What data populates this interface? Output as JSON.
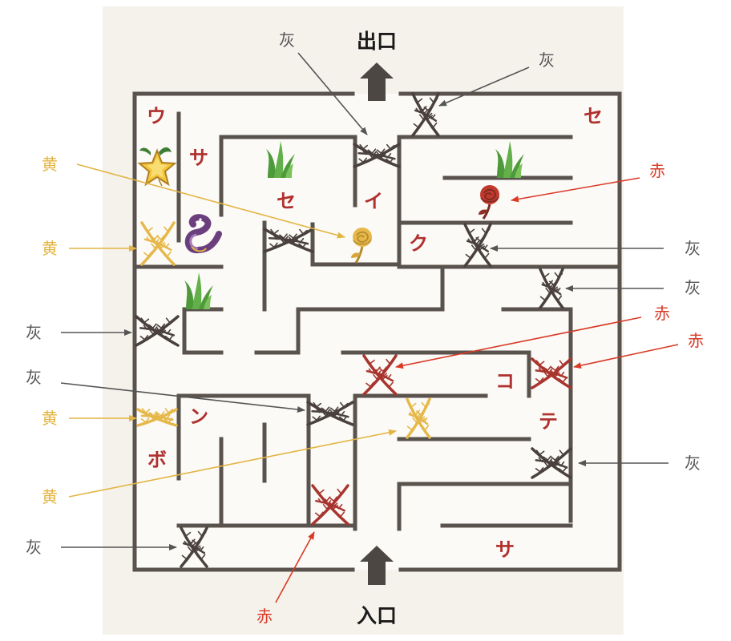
{
  "colors": {
    "paper": "#f5f2ec",
    "inner": "#fbfaf7",
    "wall": "#5a524d",
    "cell_text": "#b0302e",
    "gray": "#555555",
    "yellow": "#e3b441",
    "red": "#d93a26",
    "thorn_gray": "#4a413e",
    "thorn_red": "#a8352e",
    "thorn_yellow": "#e6b84a",
    "arrow": "#4d4744"
  },
  "exit_label": "出口",
  "entrance_label": "入口",
  "cells": [
    {
      "id": "u",
      "text": "ウ"
    },
    {
      "id": "sa1",
      "text": "サ"
    },
    {
      "id": "se1",
      "text": "セ"
    },
    {
      "id": "i",
      "text": "イ"
    },
    {
      "id": "ku",
      "text": "ク"
    },
    {
      "id": "se2",
      "text": "セ"
    },
    {
      "id": "n",
      "text": "ン"
    },
    {
      "id": "bo",
      "text": "ボ"
    },
    {
      "id": "ko",
      "text": "コ"
    },
    {
      "id": "te",
      "text": "テ"
    },
    {
      "id": "sa2",
      "text": "サ"
    }
  ],
  "callouts": [
    {
      "id": "gray-top-center",
      "text": "灰",
      "color": "gray"
    },
    {
      "id": "gray-top-right",
      "text": "灰",
      "color": "gray"
    },
    {
      "id": "yellow-rose",
      "text": "黄",
      "color": "yellow"
    },
    {
      "id": "red-rose",
      "text": "赤",
      "color": "red"
    },
    {
      "id": "yellow-left",
      "text": "黄",
      "color": "yellow"
    },
    {
      "id": "gray-right-1",
      "text": "灰",
      "color": "gray"
    },
    {
      "id": "gray-right-2",
      "text": "灰",
      "color": "gray"
    },
    {
      "id": "red-right-1",
      "text": "赤",
      "color": "red"
    },
    {
      "id": "gray-left-1",
      "text": "灰",
      "color": "gray"
    },
    {
      "id": "red-right-2",
      "text": "赤",
      "color": "red"
    },
    {
      "id": "gray-left-2",
      "text": "灰",
      "color": "gray"
    },
    {
      "id": "yellow-left-2",
      "text": "黄",
      "color": "yellow"
    },
    {
      "id": "gray-right-3",
      "text": "灰",
      "color": "gray"
    },
    {
      "id": "yellow-left-3",
      "text": "黄",
      "color": "yellow"
    },
    {
      "id": "gray-left-3",
      "text": "灰",
      "color": "gray"
    },
    {
      "id": "red-bottom",
      "text": "赤",
      "color": "red"
    }
  ],
  "thorns": [
    {
      "id": "thorn-top-right",
      "color": "gray"
    },
    {
      "id": "thorn-top-center",
      "color": "gray"
    },
    {
      "id": "thorn-mid-left",
      "color": "gray"
    },
    {
      "id": "thorn-ku",
      "color": "gray"
    },
    {
      "id": "thorn-right-1",
      "color": "gray"
    },
    {
      "id": "thorn-yellow-left",
      "color": "yellow"
    },
    {
      "id": "thorn-left-mid",
      "color": "gray"
    },
    {
      "id": "thorn-red-1",
      "color": "red"
    },
    {
      "id": "thorn-red-2",
      "color": "red"
    },
    {
      "id": "thorn-center-low",
      "color": "gray"
    },
    {
      "id": "thorn-yellow-2",
      "color": "yellow"
    },
    {
      "id": "thorn-yellow-3",
      "color": "yellow"
    },
    {
      "id": "thorn-right-low",
      "color": "gray"
    },
    {
      "id": "thorn-red-3",
      "color": "red"
    },
    {
      "id": "thorn-bottom-left",
      "color": "gray"
    }
  ],
  "decorations": [
    {
      "id": "star",
      "icon": "star-with-leaves-icon"
    },
    {
      "id": "snake",
      "icon": "snake-icon"
    },
    {
      "id": "grass-1",
      "icon": "grass-icon"
    },
    {
      "id": "grass-2",
      "icon": "grass-icon"
    },
    {
      "id": "grass-3",
      "icon": "grass-icon"
    },
    {
      "id": "yellow-rose",
      "icon": "yellow-rose-icon"
    },
    {
      "id": "red-rose",
      "icon": "red-rose-icon"
    }
  ]
}
